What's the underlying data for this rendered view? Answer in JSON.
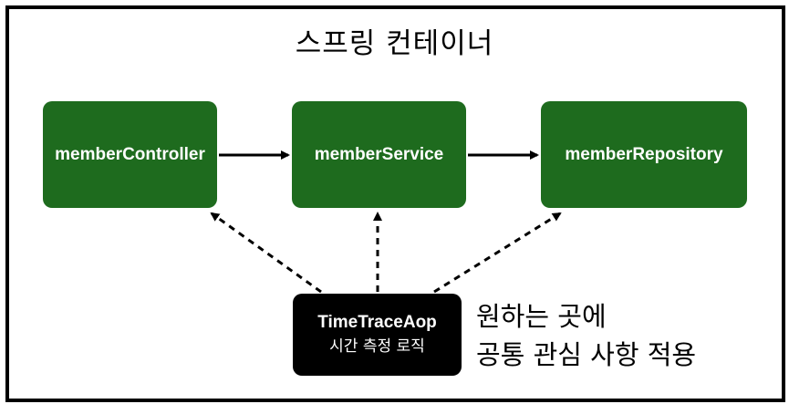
{
  "title": "스프링 컨테이너",
  "components": [
    {
      "label": "memberController"
    },
    {
      "label": "memberService"
    },
    {
      "label": "memberRepository"
    }
  ],
  "aspect": {
    "name": "TimeTraceAop",
    "description": "시간 측정 로직"
  },
  "note": {
    "line1": "원하는 곳에",
    "line2": "공통 관심 사항 적용"
  },
  "colors": {
    "component_fill": "#1e6b1e",
    "aspect_fill": "#000000"
  }
}
